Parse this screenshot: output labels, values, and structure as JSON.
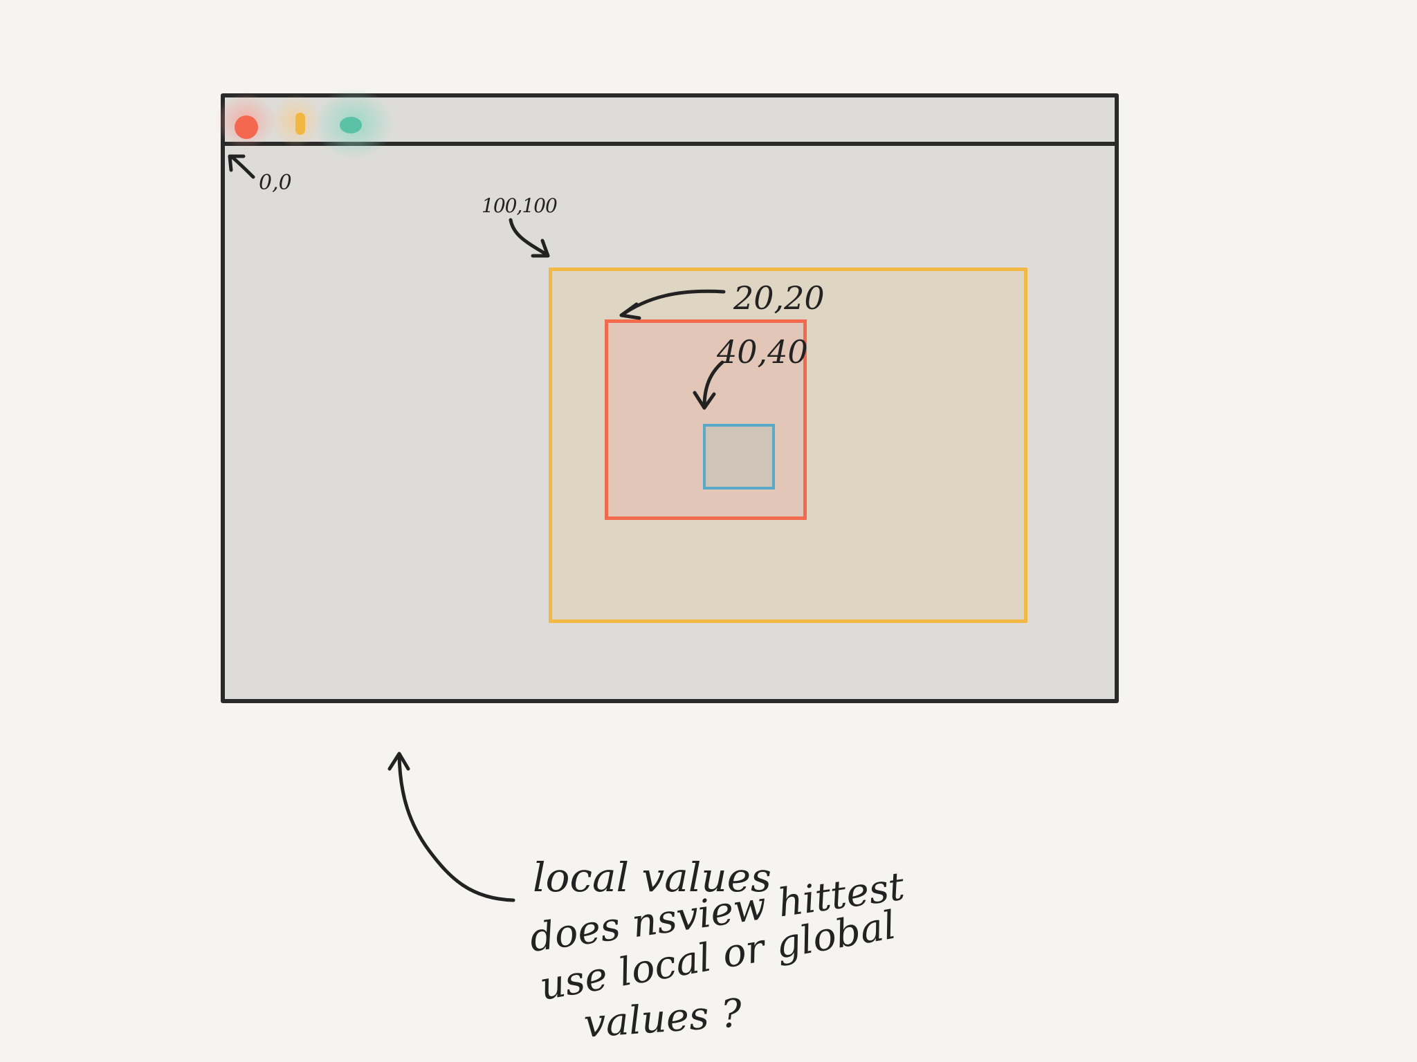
{
  "colors": {
    "canvas": "#f5f4f0",
    "window_fill": "#dddcd8",
    "outline": "#2a2a2a",
    "traffic_red": "#f3684f",
    "traffic_yellow": "#f2b740",
    "traffic_green": "#5ac0a6",
    "outer_box": "#f3b843",
    "middle_box": "#f26a4e",
    "inner_box": "#5aa9c9"
  },
  "window": {
    "traffic_lights": [
      "close-dot",
      "minimize-dot",
      "zoom-dot"
    ]
  },
  "labels": {
    "origin": "0,0",
    "outer_box": "100,100",
    "middle_box": "20,20",
    "inner_box": "40,40"
  },
  "notes": {
    "local_values": "local values",
    "question_line1": "does nsview hittest",
    "question_line2": "use local or global",
    "question_line3": "values ?"
  }
}
